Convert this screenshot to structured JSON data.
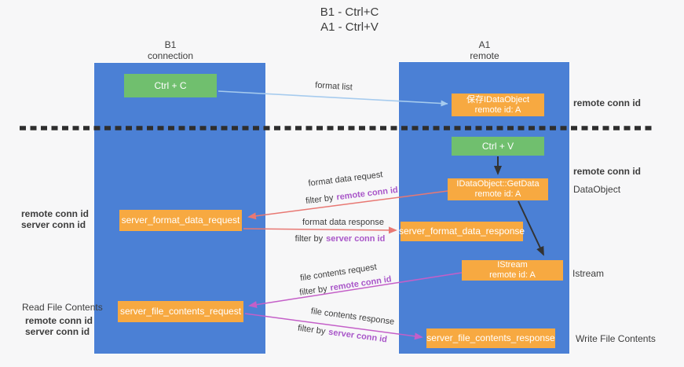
{
  "title": {
    "line1": "B1 - Ctrl+C",
    "line2": "A1 - Ctrl+V"
  },
  "lanes": {
    "left": {
      "title": "B1",
      "subtitle": "connection"
    },
    "right": {
      "title": "A1",
      "subtitle": "remote"
    }
  },
  "nodes": {
    "ctrl_c": {
      "label": "Ctrl + C"
    },
    "ctrl_v": {
      "label": "Ctrl + V"
    },
    "save_idataobject": {
      "line1": "保存IDataObject",
      "line2": "remote id: A"
    },
    "idataobject_getdata": {
      "line1": "IDataObject::GetData",
      "line2": "remote id: A"
    },
    "server_format_data_request": {
      "label": "server_format_data_request"
    },
    "server_format_data_response": {
      "label": "server_format_data_response"
    },
    "istream": {
      "line1": "IStream",
      "line2": "remote id: A"
    },
    "server_file_contents_request": {
      "label": "server_file_contents_request"
    },
    "server_file_contents_response": {
      "label": "server_file_contents_response"
    }
  },
  "arrow_labels": {
    "format_list": "format list",
    "format_data_request": "format data request",
    "format_data_response": "format data response",
    "file_contents_request": "file contents request",
    "file_contents_response": "file contents response",
    "filter_by": "filter by",
    "remote_conn_id": "remote conn id",
    "server_conn_id": "server conn id"
  },
  "side_labels": {
    "right_remote_conn_id_top": "remote conn id",
    "right_remote_conn_id_mid": "remote conn id",
    "right_dataobject": "DataObject",
    "right_istream": "Istream",
    "right_write_file_contents": "Write File Contents",
    "left_remote_conn_id_1": "remote conn id",
    "left_server_conn_id_1": "server conn id",
    "left_read_file_contents": "Read File Contents",
    "left_remote_conn_id_2": "remote conn id",
    "left_server_conn_id_2": "server conn id"
  },
  "colors": {
    "background": "#f7f7f8",
    "lane_blue": "#4b80d5",
    "node_orange": "#f7a941",
    "node_green": "#70bf6e",
    "purple_text": "#a957c9",
    "green_text": "#55b260",
    "red_arrow": "#e87873",
    "magenta_arrow": "#c45fc8",
    "light_blue_arrow": "#a6cbee",
    "dashed_line": "#2e2e2e"
  }
}
